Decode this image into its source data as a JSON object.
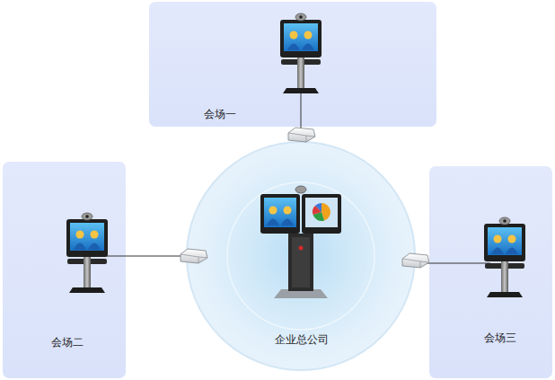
{
  "diagram": {
    "nodes": [
      {
        "text": [
          "会场一"
        ]
      },
      {
        "text": [
          "会场二"
        ]
      },
      {
        "text": [
          "企业总公司"
        ]
      },
      {
        "text": [
          "会场三"
        ]
      }
    ],
    "edges": [
      {
        "from": 0,
        "to": 2,
        "arrow": "none"
      },
      {
        "from": 1,
        "to": 2,
        "arrow": "none"
      },
      {
        "from": 3,
        "to": 2,
        "arrow": "none"
      }
    ]
  }
}
